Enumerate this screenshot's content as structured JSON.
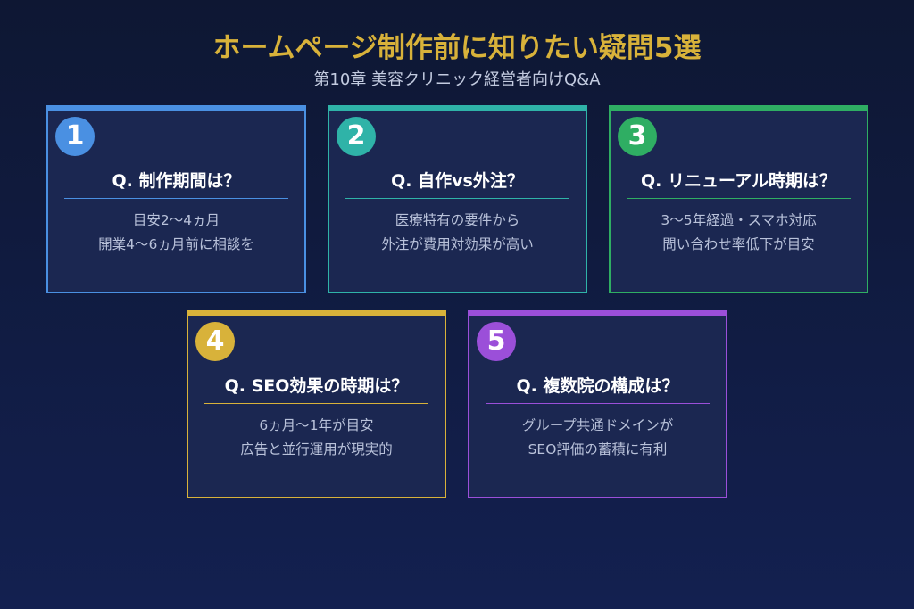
{
  "header": {
    "title": "ホームページ制作前に知りたい疑問5選",
    "subtitle": "第10章 美容クリニック経営者向けQ&A"
  },
  "colors": {
    "background_top": "#0e1733",
    "background_bottom": "#132050",
    "card_fill": "#1b2751",
    "title": "#d8b23a"
  },
  "cards": [
    {
      "number": "1",
      "accent": "#4a90e2",
      "question": "Q. 制作期間は？",
      "answer_line1": "目安2〜4ヵ月",
      "answer_line2": "開業4〜6ヵ月前に相談を"
    },
    {
      "number": "2",
      "accent": "#2fb3a8",
      "question": "Q. 自作vs外注？",
      "answer_line1": "医療特有の要件から",
      "answer_line2": "外注が費用対効果が高い"
    },
    {
      "number": "3",
      "accent": "#2fae63",
      "question": "Q. リニューアル時期は？",
      "answer_line1": "3〜5年経過・スマホ対応",
      "answer_line2": "問い合わせ率低下が目安"
    },
    {
      "number": "4",
      "accent": "#d8b23a",
      "question": "Q. SEO効果の時期は？",
      "answer_line1": "6ヵ月〜1年が目安",
      "answer_line2": "広告と並行運用が現実的"
    },
    {
      "number": "5",
      "accent": "#9b4fd9",
      "question": "Q. 複数院の構成は？",
      "answer_line1": "グループ共通ドメインが",
      "answer_line2": "SEO評価の蓄積に有利"
    }
  ]
}
